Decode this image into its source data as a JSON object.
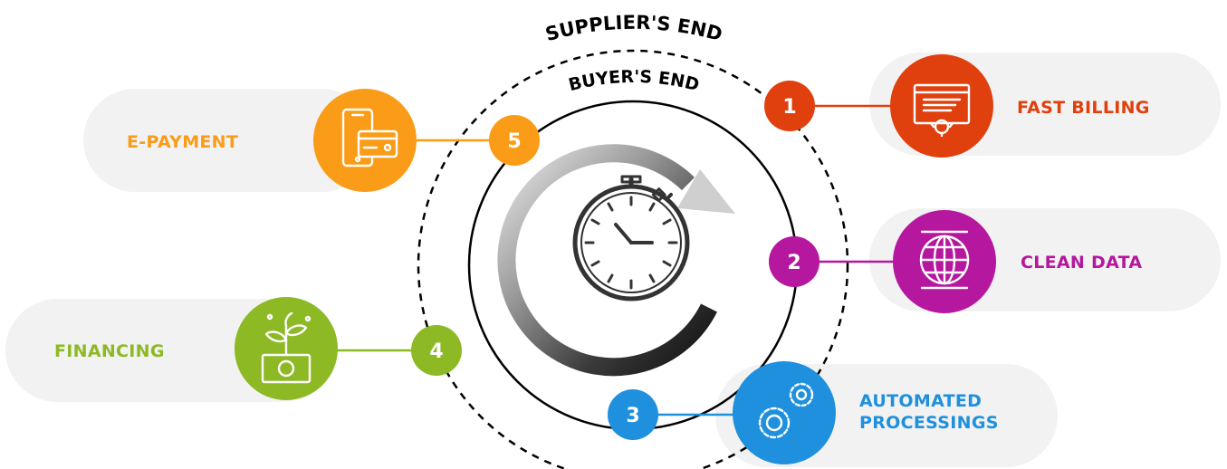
{
  "outer_ring_label": "SUPPLIER'S END",
  "inner_ring_label": "BUYER'S END",
  "colors": {
    "fast_billing": "#E0400E",
    "clean_data": "#B5179E",
    "automated_processings": "#1E90DD",
    "financing": "#8DB925",
    "e_payment": "#FA9C17",
    "pill_background": "#F2F2F2",
    "ring": "#000000"
  },
  "steps": [
    {
      "number": "1",
      "label": "FAST BILLING",
      "icon": "invoice-gear-icon",
      "color": "#E0400E"
    },
    {
      "number": "2",
      "label": "CLEAN DATA",
      "icon": "globe-network-icon",
      "color": "#B5179E"
    },
    {
      "number": "3",
      "label_line1": "AUTOMATED",
      "label_line2": "PROCESSINGS",
      "icon": "gears-icon",
      "color": "#1E90DD"
    },
    {
      "number": "4",
      "label": "FINANCING",
      "icon": "money-plant-icon",
      "color": "#8DB925"
    },
    {
      "number": "5",
      "label": "E-PAYMENT",
      "icon": "phone-card-icon",
      "color": "#FA9C17"
    }
  ],
  "center_icon": "stopwatch-icon",
  "cycle_arrow_icon": "cycle-arrow-icon"
}
